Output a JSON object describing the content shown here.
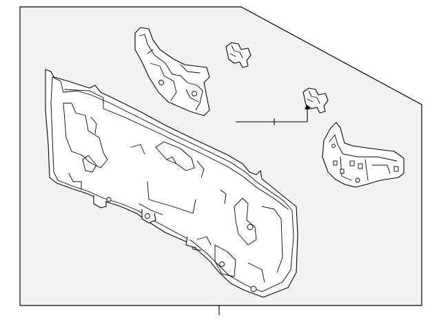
{
  "diagram": {
    "type": "exploded-parts-view",
    "parts": [
      "rear-body-panel",
      "upper-left-bracket",
      "small-clip-upper",
      "small-clip-lower",
      "side-reinforcement-bracket"
    ],
    "colors": {
      "frame_fill": "#f2f2f2",
      "line": "#000000",
      "part_fill": "#ffffff"
    }
  }
}
